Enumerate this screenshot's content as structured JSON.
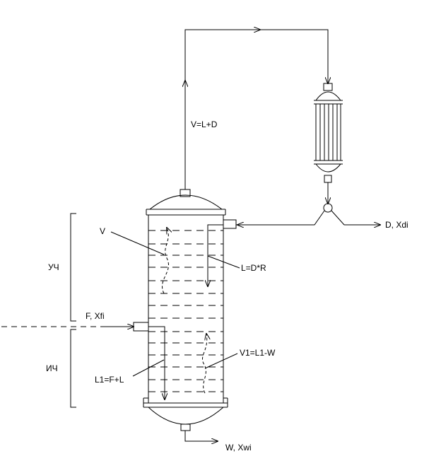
{
  "labels": {
    "vapor_top": "V=L+D",
    "vapor_in_column": "V",
    "reflux": "L=D*R",
    "distillate": "D, Xdi",
    "feed": "F, Xfi",
    "enriching_section": "УЧ",
    "stripping_section": "ИЧ",
    "liquid_bottom": "L1=F+L",
    "vapor_bottom": "V1=L1-W",
    "bottoms": "W, Xwi"
  }
}
